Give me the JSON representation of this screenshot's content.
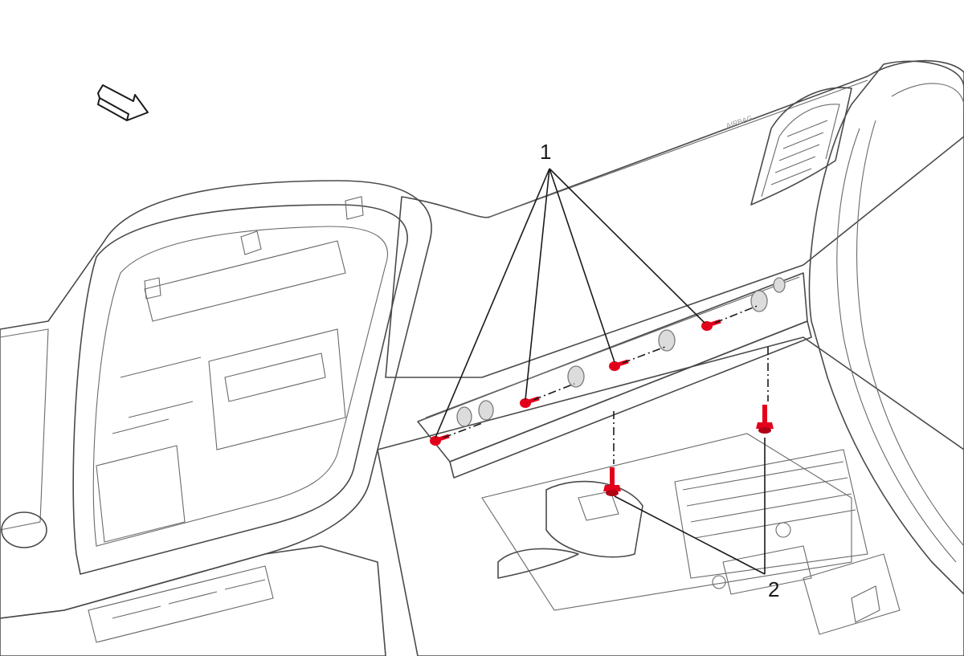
{
  "callouts": [
    {
      "id": "1",
      "label": "1"
    },
    {
      "id": "2",
      "label": "2"
    }
  ],
  "colors": {
    "fastener": "#e3001b",
    "panel_light": "#ececec",
    "panel_mid": "#d6d6d6",
    "panel_dark": "#b8b8b8",
    "line": "#1a1a1a"
  },
  "icons": {
    "direction_arrow": "forward-arrow-icon",
    "fastener": "bolt-icon"
  }
}
